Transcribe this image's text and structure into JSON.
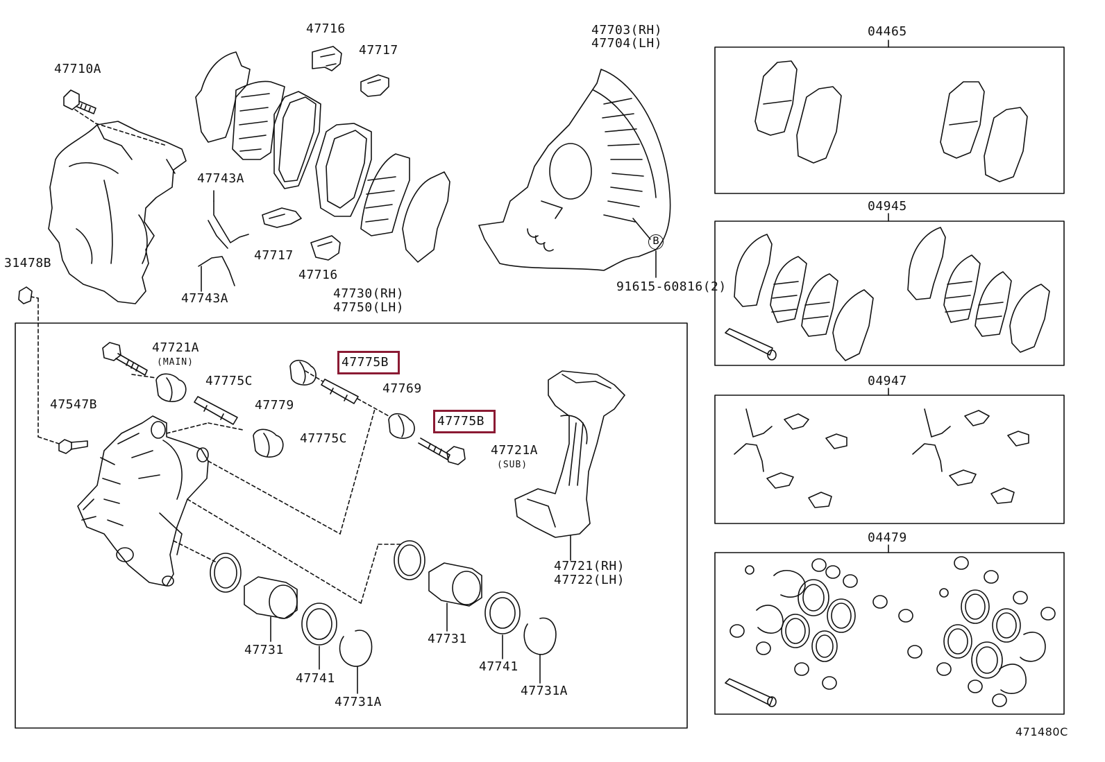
{
  "labels": {
    "p47716_top": "47716",
    "p47717_top": "47717",
    "p47710A": "47710A",
    "p47703": "47703(RH)",
    "p47704": "47704(LH)",
    "p47743A_top": "47743A",
    "p47717_bot": "47717",
    "p47716_bot": "47716",
    "p47743A_bot": "47743A",
    "p31478B": "31478B",
    "p91615": "91615-60816(2)",
    "marker_b": "B",
    "p47730": "47730(RH)",
    "p47750": "47750(LH)",
    "p47721A_main": "47721A",
    "main_note": "(MAIN)",
    "p47775C_1": "47775C",
    "p47775B_1": "47775B",
    "p47769": "47769",
    "p47547B": "47547B",
    "p47779": "47779",
    "p47775B_2": "47775B",
    "p47775C_2": "47775C",
    "p47721A_sub": "47721A",
    "sub_note": "(SUB)",
    "p47721": "47721(RH)",
    "p47722": "47722(LH)",
    "p47731_l": "47731",
    "p47731_r": "47731",
    "p47741_l": "47741",
    "p47741_r": "47741",
    "p47731A_l": "47731A",
    "p47731A_r": "47731A",
    "kit_04465": "04465",
    "kit_04945": "04945",
    "kit_04947": "04947",
    "kit_04479": "04479",
    "diagram_code": "471480C"
  },
  "colors": {
    "line": "#111111",
    "highlight": "#8b1a33",
    "background": "#ffffff"
  }
}
